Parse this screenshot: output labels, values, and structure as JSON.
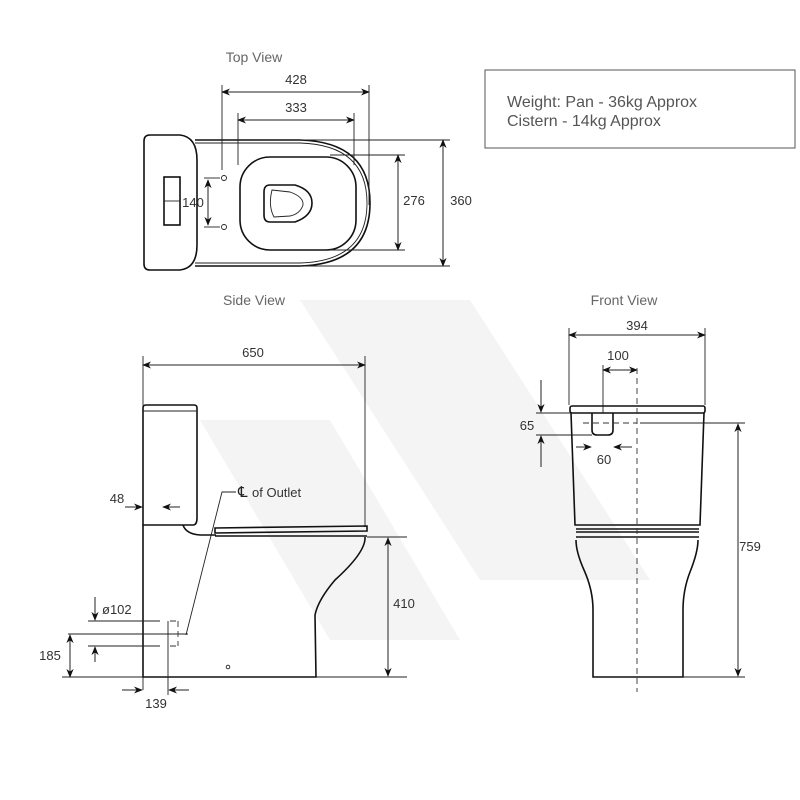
{
  "views": {
    "top": {
      "title": "Top View",
      "dims": {
        "overall_length": "428",
        "seat_length": "333",
        "hinge_spacing": "140",
        "seat_width": "276",
        "overall_width": "360"
      }
    },
    "side": {
      "title": "Side View",
      "dims": {
        "overall_depth": "650",
        "cistern_offset": "48",
        "outlet_diameter": "ø102",
        "outlet_height": "185",
        "outlet_setback": "139",
        "seat_height": "410"
      },
      "outlet_label": "of Outlet",
      "centerline_symbol": "℄"
    },
    "front": {
      "title": "Front View",
      "dims": {
        "overall_width": "394",
        "button_offset": "100",
        "button_depth": "65",
        "button_width": "60",
        "overall_height": "759"
      }
    }
  },
  "weights": {
    "line1": "Weight: Pan - 36kg Approx",
    "line2": "Cistern - 14kg Approx"
  }
}
